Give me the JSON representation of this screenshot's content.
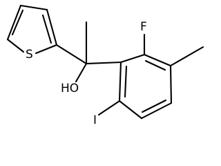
{
  "molecule": {
    "atoms": {
      "sulfur": "S",
      "fluorine": "F",
      "hydroxyl": "HO",
      "iodine": "I"
    }
  }
}
